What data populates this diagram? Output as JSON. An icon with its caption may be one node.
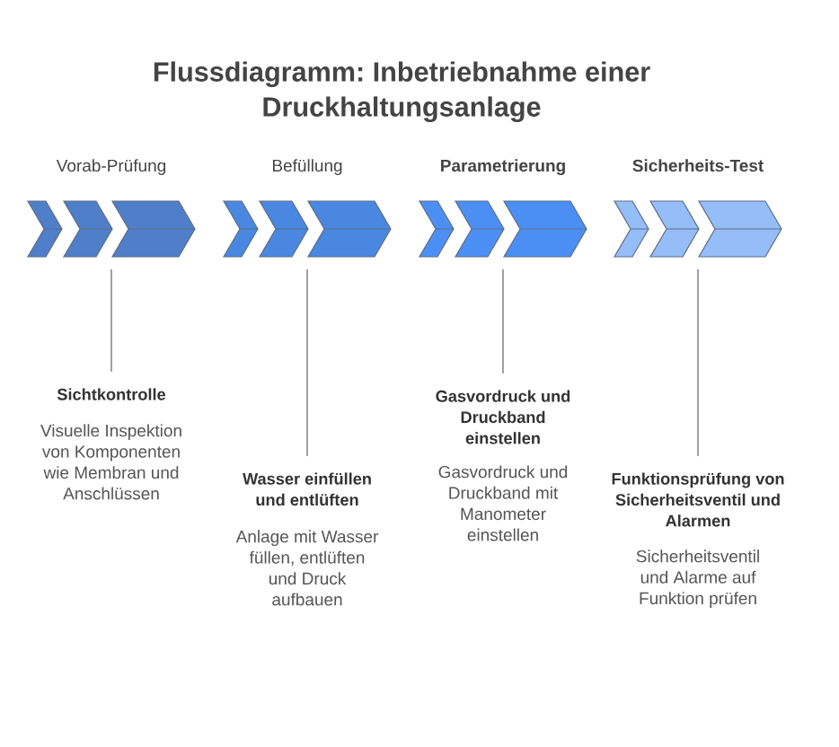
{
  "diagram": {
    "title": "Flussdiagramm: Inbetriebnahme einer Druckhaltungsanlage",
    "nodes": [
      {
        "text": [
          "Vorab-Prüfung"
        ]
      },
      {
        "text": [
          "Befüllung"
        ]
      },
      {
        "text": [
          "Parametrierung"
        ]
      },
      {
        "text": [
          "Sicherheits-Test"
        ]
      },
      {
        "text": [
          "Sichtkontrolle",
          "Visuelle Inspektion von Komponenten wie Membran und Anschlüssen"
        ]
      },
      {
        "text": [
          "Wasser einfüllen und entlüften",
          "Anlage mit Wasser füllen, entlüften und Druck aufbauen"
        ]
      },
      {
        "text": [
          "Gasvordruck und Druckband einstellen",
          "Gasvordruck und Druckband mit Manometer einstellen"
        ]
      },
      {
        "text": [
          "Funktionsprüfung von Sicherheitsventil und Alarmen",
          "Sicherheitsventil und Alarme auf Funktion prüfen"
        ]
      }
    ],
    "edges": [
      {
        "from": 0,
        "to": 4,
        "arrow": "none"
      },
      {
        "from": 1,
        "to": 5,
        "arrow": "none"
      },
      {
        "from": 2,
        "to": 6,
        "arrow": "none"
      },
      {
        "from": 3,
        "to": 7,
        "arrow": "none"
      }
    ]
  }
}
